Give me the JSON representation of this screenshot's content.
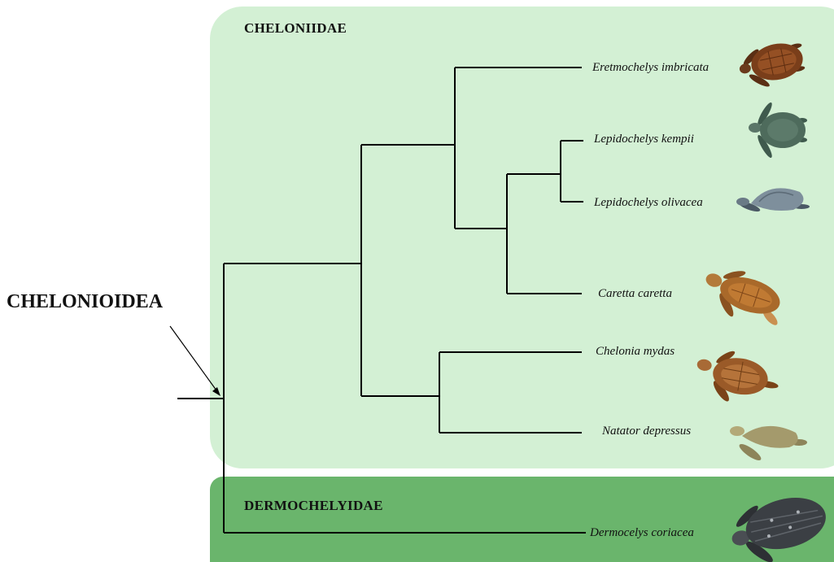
{
  "groups": {
    "superfamily": "CHELONIOIDEA",
    "family_1": "CHELONIIDAE",
    "family_2": "DERMOCHELYIDAE"
  },
  "species": [
    {
      "name": "Eretmochelys imbricata",
      "icon": "hawksbill-turtle-icon",
      "color": "#6b3a1c"
    },
    {
      "name": "Lepidochelys kempii",
      "icon": "kemps-ridley-turtle-icon",
      "color": "#4a6658"
    },
    {
      "name": "Lepidochelys olivacea",
      "icon": "olive-ridley-turtle-icon",
      "color": "#6e7f8c"
    },
    {
      "name": "Caretta caretta",
      "icon": "loggerhead-turtle-icon",
      "color": "#a9692a"
    },
    {
      "name": "Chelonia mydas",
      "icon": "green-turtle-icon",
      "color": "#9a5a28"
    },
    {
      "name": "Natator depressus",
      "icon": "flatback-turtle-icon",
      "color": "#a49a6c"
    },
    {
      "name": "Dermocelys coriacea",
      "icon": "leatherback-turtle-icon",
      "color": "#3b3f44"
    }
  ],
  "colors": {
    "cheloniidae_bg": "#d3f0d4",
    "dermochelyidae_bg": "#6ab56c",
    "branch": "#000000"
  }
}
